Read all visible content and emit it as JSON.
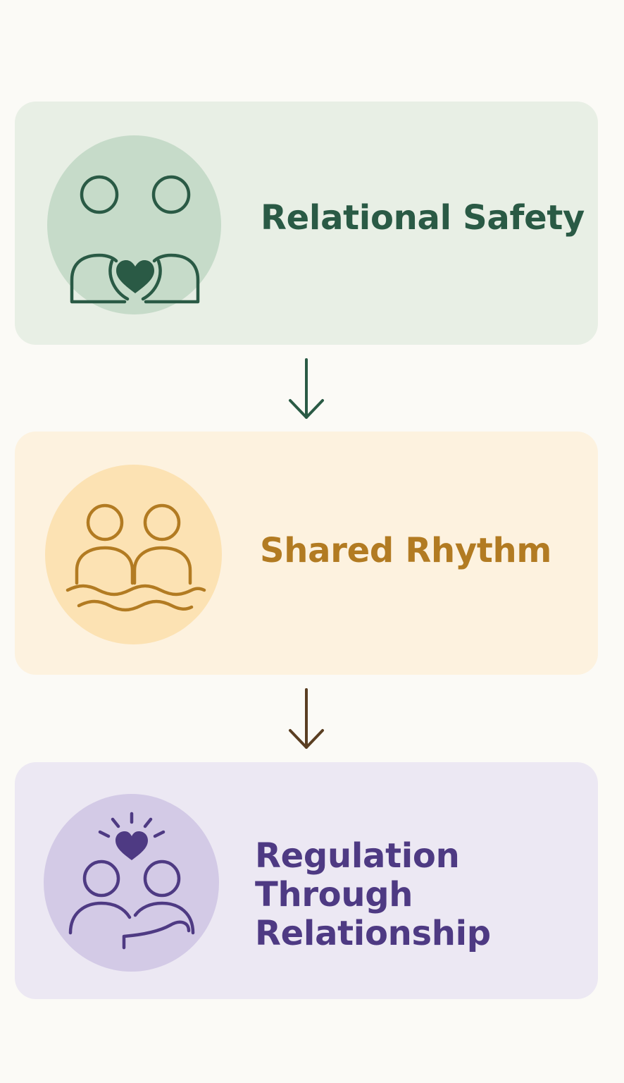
{
  "steps": [
    {
      "label": "Relational Safety",
      "icon": "two-people-heart-icon",
      "accent": "#2a5a45",
      "card_color": "#e8efe5",
      "circle_color": "#c6dbc9"
    },
    {
      "label": "Shared Rhythm",
      "icon": "two-people-waves-icon",
      "accent": "#b27b22",
      "card_color": "#fdf2df",
      "circle_color": "#fce2b3"
    },
    {
      "label": "Regulation Through Relationship",
      "icon": "two-people-supporting-heart-icon",
      "accent": "#4e3a83",
      "card_color": "#ece8f3",
      "circle_color": "#d3cae6"
    }
  ],
  "connectors": [
    {
      "icon": "down-arrow-icon",
      "color": "#2a5a45"
    },
    {
      "icon": "down-arrow-icon",
      "color": "#5a3e22"
    }
  ]
}
